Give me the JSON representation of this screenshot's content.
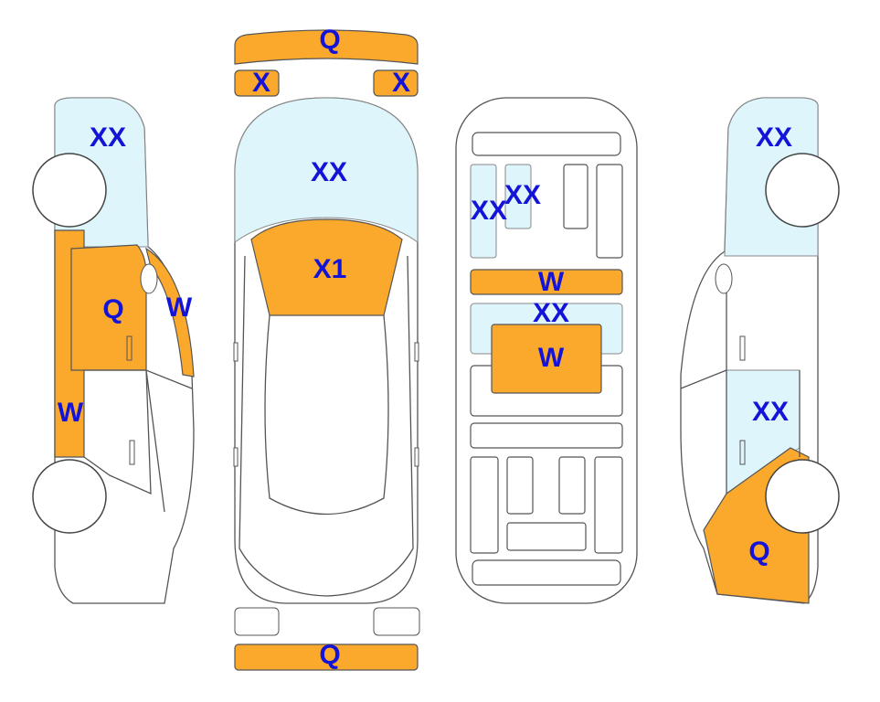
{
  "colors": {
    "damage_orange": "#FBA92C",
    "glass_blue": "#DDF5FB",
    "label_blue": "#1414D8",
    "outline": "#555555"
  },
  "views": {
    "front": {
      "bumper_label": "Q",
      "left_light_label": "X",
      "right_light_label": "X"
    },
    "top": {
      "windshield_label": "XX",
      "hood_label": "X1"
    },
    "rear": {
      "bumper_label": "Q"
    },
    "interior": {
      "seat_left_label": "XX",
      "seat_right_label": "XX",
      "bar_label": "W",
      "rear_window_label": "XX",
      "panel_label": "W"
    },
    "left_side": {
      "window_label": "XX",
      "door_label": "Q",
      "pillar_label": "W",
      "sill_label": "W"
    },
    "right_side": {
      "window_label": "XX",
      "door_label": "XX",
      "quarter_label": "Q"
    }
  }
}
